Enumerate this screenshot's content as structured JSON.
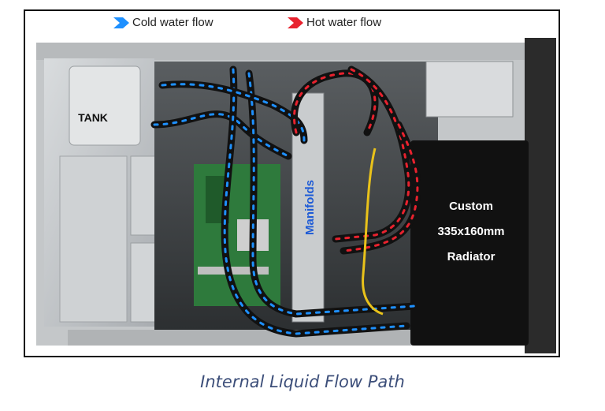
{
  "legend": {
    "cold_label": "Cold water flow",
    "hot_label": "Hot water flow",
    "cold_color": "#1e90ff",
    "hot_color": "#e8222e",
    "cold_icon": "blue-chevron-icon",
    "hot_icon": "red-chevron-icon"
  },
  "photo": {
    "tank_label": "TANK",
    "manifolds_label": "Manifolds",
    "radiator_line1": "Custom",
    "radiator_line2": "335x160mm",
    "radiator_line3": "Radiator"
  },
  "caption": "Internal Liquid Flow Path"
}
